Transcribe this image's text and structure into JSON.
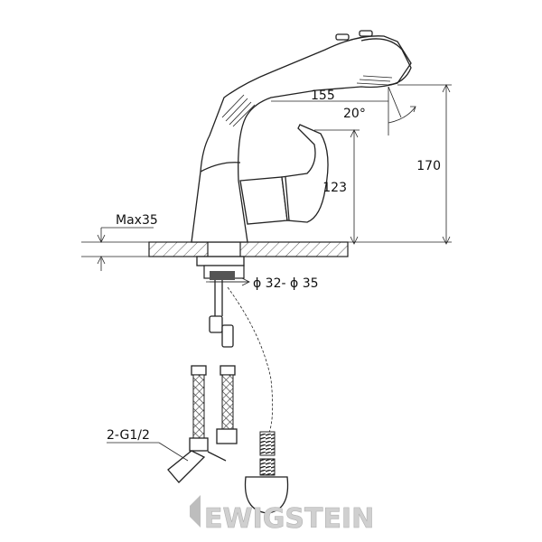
{
  "dimensions": {
    "spout_reach": "155",
    "spout_angle": "20°",
    "total_height": "170",
    "handle_height": "123",
    "max_deck_thickness": "Max35",
    "hole_diameter": "ϕ 32- ϕ 35",
    "connection_thread": "2-G1/2"
  },
  "brand": {
    "logo_text": "EWIGSTEIN"
  }
}
